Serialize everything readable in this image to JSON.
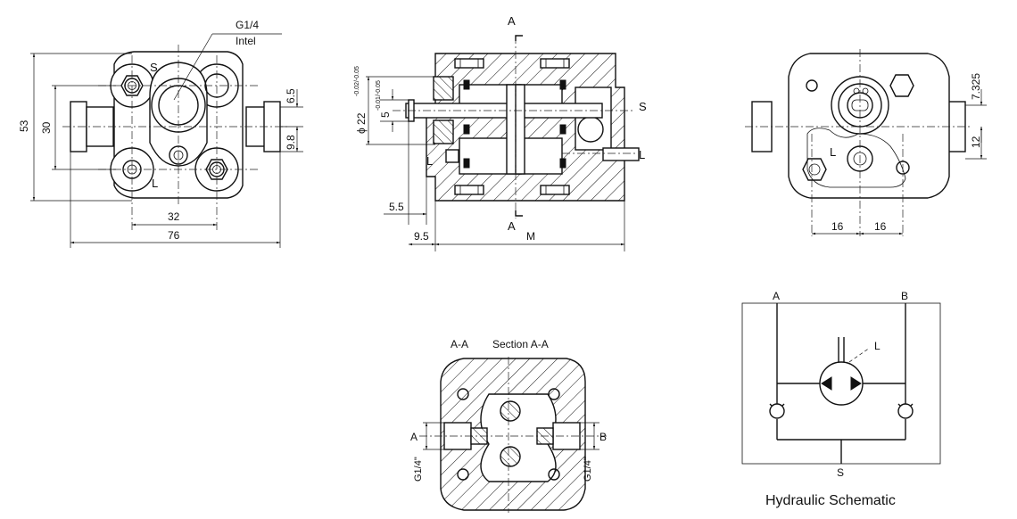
{
  "front_view": {
    "port_label": "G1/4",
    "port_sublabel": "Intel",
    "label_s": "S",
    "label_l": "L",
    "dim_height": "53",
    "dim_inner": "30",
    "dim_top": "6.5",
    "dim_mid": "9.8",
    "dim_bolt": "32",
    "dim_width": "76"
  },
  "section_view": {
    "label_a_top": "A",
    "label_a_bottom": "A",
    "label_s": "S",
    "label_l_right": "L",
    "label_l_left": "L",
    "dim_shaft_dia": "ϕ 22",
    "dim_shaft_dia_tol": "-0.02/-0.05",
    "dim_key": "5",
    "dim_key_tol": "-0.01/-0.05",
    "dim_55": "5.5",
    "dim_95": "9.5",
    "dim_m": "M"
  },
  "rear_view": {
    "label_l": "L",
    "dim_7325": "7.325",
    "dim_12": "12",
    "dim_16a": "16",
    "dim_16b": "16"
  },
  "aa_view": {
    "label_aa": "A-A",
    "title": "Section A-A",
    "label_a": "A",
    "label_b": "B",
    "port_left": "G1/4\"",
    "port_right": "G1/4\""
  },
  "schematic": {
    "label_a": "A",
    "label_b": "B",
    "label_l": "L",
    "label_s": "S",
    "title": "Hydraulic Schematic"
  }
}
